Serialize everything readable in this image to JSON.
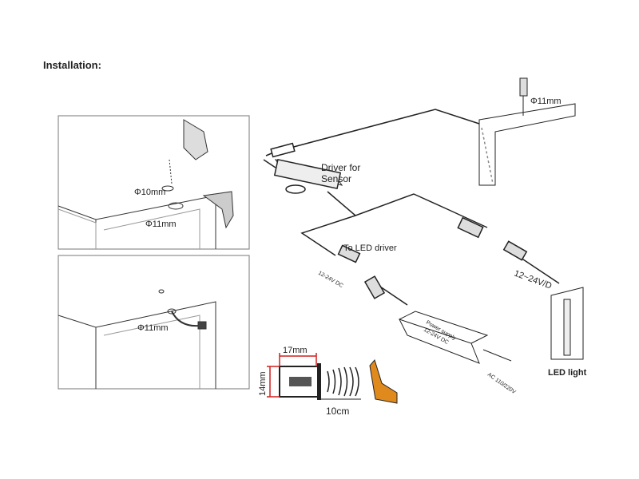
{
  "title": "Installation:",
  "panel_top": {
    "hole_small": "Φ10mm",
    "hole_large": "Φ11mm"
  },
  "panel_bottom": {
    "hole": "Φ11mm"
  },
  "wiring": {
    "top_hole": "Φ11mm",
    "driver_label_line1": "Driver for",
    "driver_label_line2": "Sensor",
    "to_led_driver": "To LED driver",
    "dc_label": "12-24V DC",
    "dc_label_right": "12~24V/D",
    "led_light": "LED light",
    "power_supply_line1": "Power supply",
    "power_supply_line2": "12-24V DC",
    "ac_label": "AC 110/220V"
  },
  "dimensions": {
    "width": "17mm",
    "height": "14mm",
    "distance": "10cm"
  },
  "colors": {
    "hand": "#e08a1e",
    "dimension_line": "#d21f1f",
    "line": "#222222"
  }
}
